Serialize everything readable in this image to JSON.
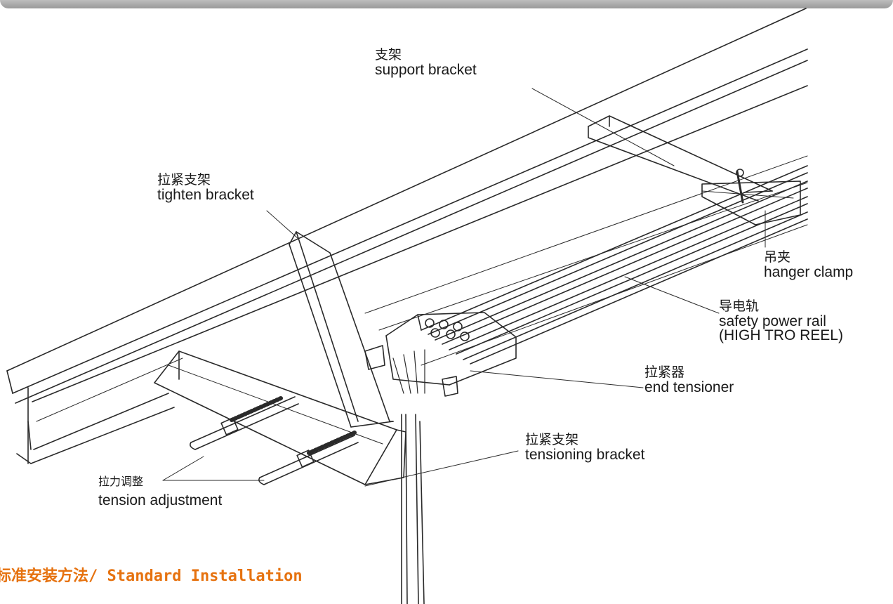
{
  "labels": {
    "support_bracket": {
      "cn": "支架",
      "en": "support bracket"
    },
    "tighten_bracket": {
      "cn": "拉紧支架",
      "en": "tighten bracket"
    },
    "hanger_clamp": {
      "cn": "吊夹",
      "en": "hanger clamp"
    },
    "power_rail": {
      "cn": "导电轨",
      "en": "safety power rail",
      "en2": "(HIGH TRO REEL)"
    },
    "end_tensioner": {
      "cn": "拉紧器",
      "en": "end tensioner"
    },
    "tensioning_bracket": {
      "cn": "拉紧支架",
      "en": "tensioning bracket"
    },
    "tension_adjustment": {
      "cn": "拉力调整",
      "en": "tension adjustment"
    }
  },
  "footer": {
    "title": "标准安装方法/ Standard Installation"
  },
  "colors": {
    "title_accent": "#e6720f",
    "line": "#2a2a2a",
    "header_bar": "#aaaaaa"
  }
}
